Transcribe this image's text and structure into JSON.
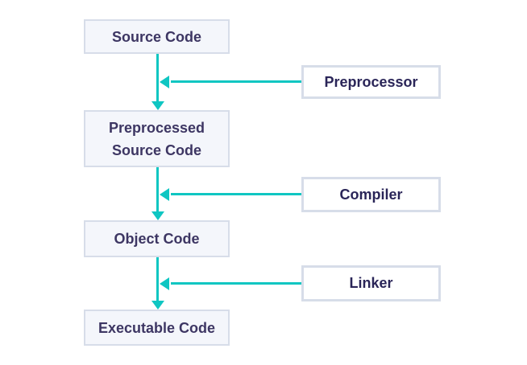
{
  "colors": {
    "background": "#ffffff",
    "arrow": "#0fc6c2",
    "flow_box_fill": "#f4f6fb",
    "box_border": "#d7dde9",
    "flow_text": "#3d3663",
    "process_text": "#2a2558"
  },
  "flow_nodes": [
    {
      "label": "Source Code"
    },
    {
      "label": "Preprocessed Source Code"
    },
    {
      "label": "Object Code"
    },
    {
      "label": "Executable Code"
    }
  ],
  "process_nodes": [
    {
      "label": "Preprocessor"
    },
    {
      "label": "Compiler"
    },
    {
      "label": "Linker"
    }
  ]
}
